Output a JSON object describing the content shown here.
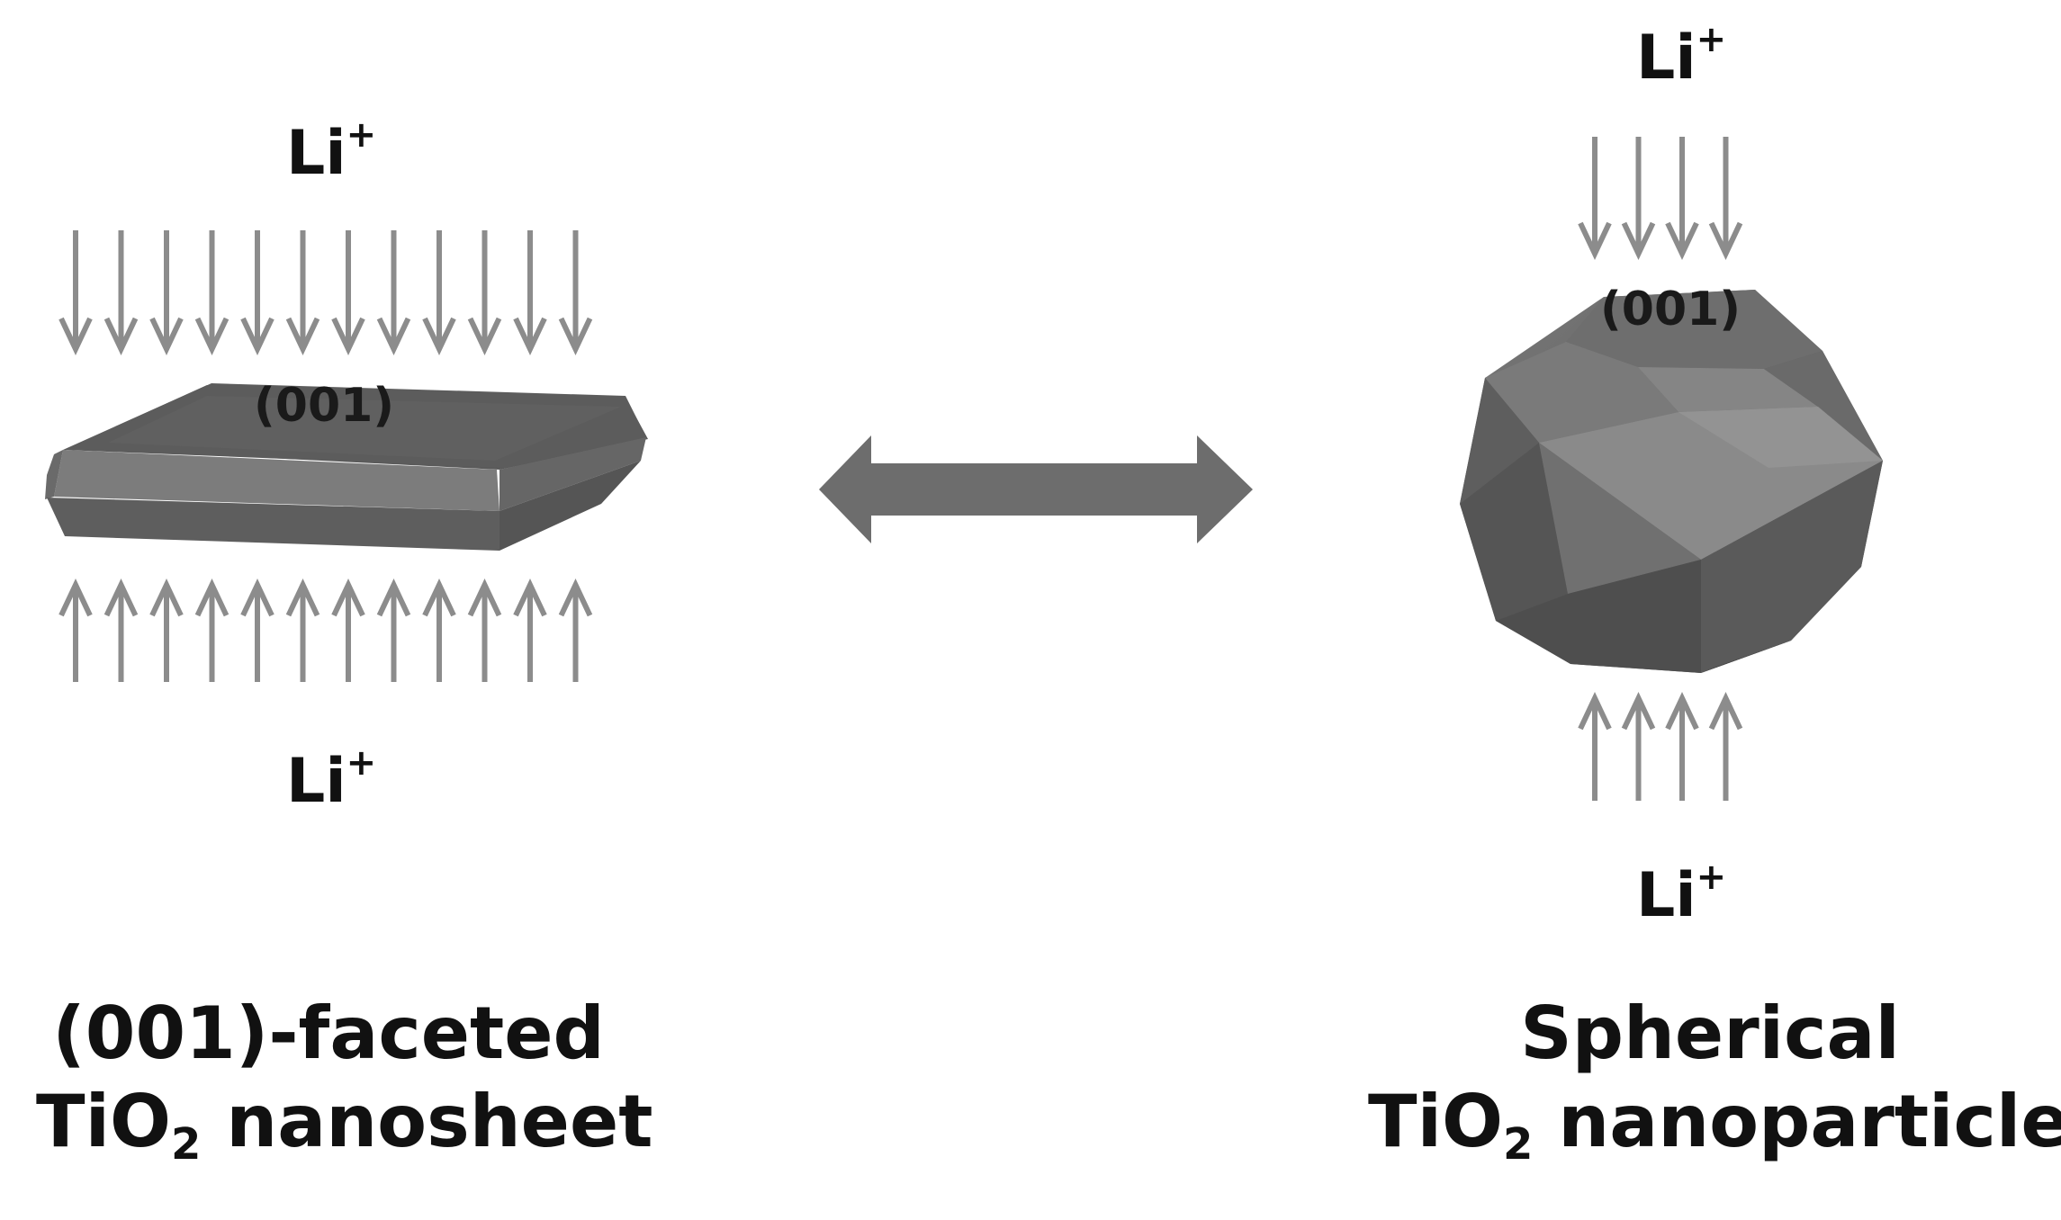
{
  "colors": {
    "arrow": "#8c8c8c",
    "double_arrow": "#6d6d6d",
    "crystal_dark": "#555555",
    "crystal_mid": "#6e6e6e",
    "crystal_light": "#8a8a8a",
    "text": "#111111"
  },
  "left": {
    "ion_top": {
      "base": "Li",
      "charge": "+"
    },
    "ion_bottom": {
      "base": "Li",
      "charge": "+"
    },
    "facet_label": "(001)",
    "caption_line1": "(001)-faceted",
    "caption_line2_a": "TiO",
    "caption_line2_sub": "2",
    "caption_line2_b": " nanosheet",
    "arrows_per_side": 12
  },
  "right": {
    "ion_top": {
      "base": "Li",
      "charge": "+"
    },
    "ion_bottom": {
      "base": "Li",
      "charge": "+"
    },
    "facet_label": "(001)",
    "caption_line1": "Spherical",
    "caption_line2_a": "TiO",
    "caption_line2_sub": "2",
    "caption_line2_b": " nanoparticle",
    "arrows_per_side": 4
  },
  "center": {
    "icon": "double-headed-arrow-icon"
  }
}
